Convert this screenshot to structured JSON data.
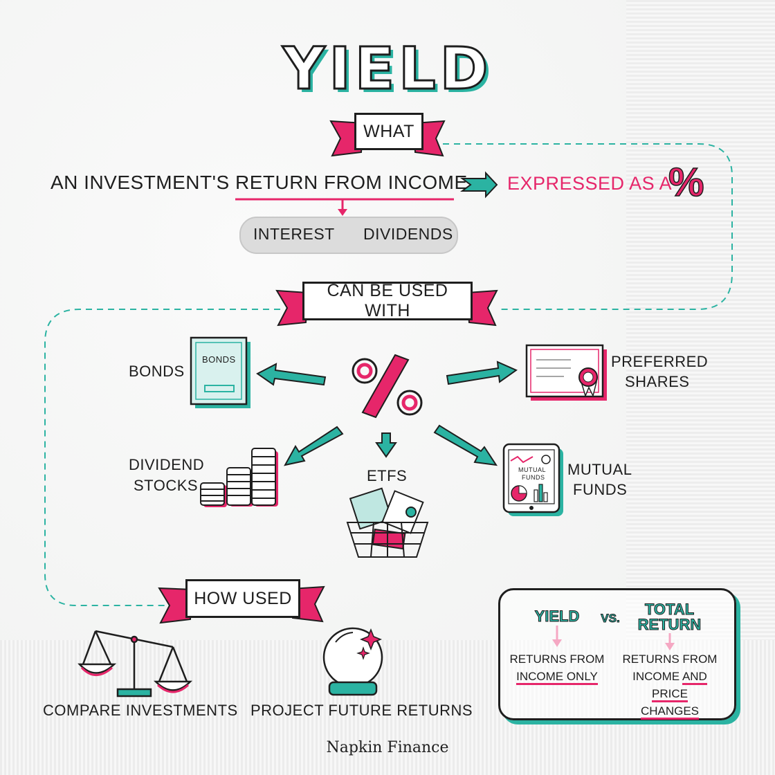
{
  "title": "YIELD",
  "what": {
    "label": "WHAT",
    "definition_lead": "AN INVESTMENT'S",
    "definition_key": "RETURN FROM INCOME",
    "expressed_as": "EXPRESSED AS A",
    "percent_symbol": "%",
    "components": {
      "left": "INTEREST",
      "right": "DIVIDENDS"
    }
  },
  "can_be_used_with": {
    "label": "CAN BE USED WITH",
    "center_symbol": "%",
    "items": [
      {
        "label_line1": "BONDS",
        "label_line2": "",
        "icon": "bond-certificate-icon",
        "icon_text": "BONDS"
      },
      {
        "label_line1": "PREFERRED",
        "label_line2": "SHARES",
        "icon": "stock-certificate-icon",
        "icon_text": ""
      },
      {
        "label_line1": "DIVIDEND",
        "label_line2": "STOCKS",
        "icon": "coin-stacks-icon",
        "icon_text": ""
      },
      {
        "label_line1": "ETFS",
        "label_line2": "",
        "icon": "basket-icon",
        "icon_text": ""
      },
      {
        "label_line1": "MUTUAL",
        "label_line2": "FUNDS",
        "icon": "tablet-chart-icon",
        "icon_text_line1": "MUTUAL",
        "icon_text_line2": "FUNDS"
      }
    ]
  },
  "how_used": {
    "label": "HOW USED",
    "items": [
      {
        "label": "COMPARE INVESTMENTS",
        "icon": "balance-scale-icon"
      },
      {
        "label": "PROJECT FUTURE RETURNS",
        "icon": "crystal-ball-icon"
      }
    ]
  },
  "comparison": {
    "left_head": "YIELD",
    "vs": "VS.",
    "right_head_line1": "TOTAL",
    "right_head_line2": "RETURN",
    "left_body_line1": "RETURNS FROM",
    "left_body_line2": "INCOME ONLY",
    "right_body_line1": "RETURNS FROM",
    "right_body_line2a": "INCOME",
    "right_body_line2b": "AND",
    "right_body_line3": "PRICE CHANGES"
  },
  "brand": "Napkin Finance",
  "colors": {
    "pink": "#e6266a",
    "teal": "#2bb3a2",
    "ink": "#1e1e1e",
    "napkin": "#f4f5f4"
  }
}
